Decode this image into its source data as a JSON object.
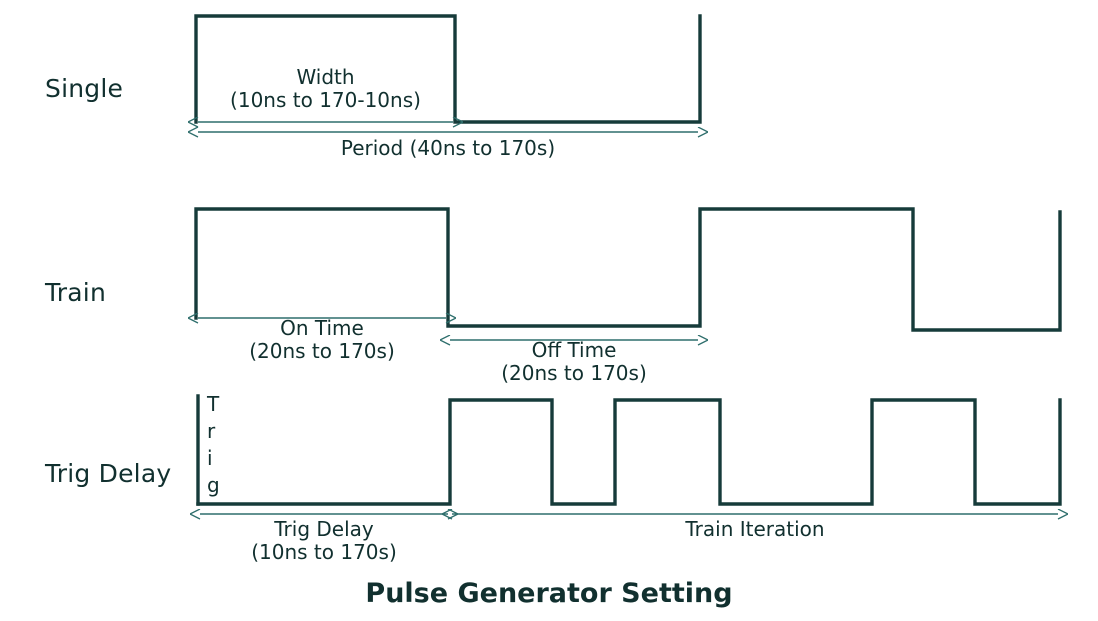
{
  "figure": {
    "caption": "Pulse Generator Setting",
    "stroke_color": "#163b3a",
    "arrow_color": "#2f6f6d",
    "background": "#ffffff"
  },
  "rows": [
    {
      "label": "Single",
      "annotations": [
        {
          "name": "width",
          "title": "Width",
          "range": "(10ns to 170-10ns)"
        },
        {
          "name": "period",
          "title": "Period (40ns to 170s)",
          "range": ""
        }
      ]
    },
    {
      "label": "Train",
      "annotations": [
        {
          "name": "on-time",
          "title": "On Time",
          "range": "(20ns to 170s)"
        },
        {
          "name": "off-time",
          "title": "Off Time",
          "range": "(20ns to 170s)"
        }
      ]
    },
    {
      "label": "Trig Delay",
      "axis_label_letters": [
        "T",
        "r",
        "i",
        "g"
      ],
      "annotations": [
        {
          "name": "trig-delay",
          "title": "Trig Delay",
          "range": "(10ns to 170s)"
        },
        {
          "name": "train-iteration",
          "title": "Train Iteration",
          "range": ""
        }
      ]
    }
  ],
  "chart_data": {
    "type": "line",
    "title": "Pulse Generator Setting",
    "xlabel": "",
    "ylabel": "",
    "grid": false,
    "legend": "none",
    "series": [
      {
        "name": "Single",
        "description": "One high pulse then low level to end of period",
        "points": [
          [
            196,
            0
          ],
          [
            196,
            1
          ],
          [
            455,
            1
          ],
          [
            455,
            0
          ],
          [
            700,
            0
          ],
          [
            700,
            1
          ]
        ]
      },
      {
        "name": "Train",
        "description": "Two high pulses separated by an off time",
        "points": [
          [
            196,
            0
          ],
          [
            196,
            1
          ],
          [
            448,
            1
          ],
          [
            448,
            0
          ],
          [
            700,
            0
          ],
          [
            700,
            1
          ],
          [
            913,
            1
          ],
          [
            913,
            0
          ],
          [
            1060,
            0
          ],
          [
            1060,
            1
          ]
        ]
      },
      {
        "name": "Trig Delay",
        "description": "Low trig delay interval then four pulses of the train iteration",
        "points": [
          [
            198,
            0
          ],
          [
            450,
            0
          ],
          [
            450,
            1
          ],
          [
            552,
            1
          ],
          [
            552,
            0
          ],
          [
            615,
            0
          ],
          [
            615,
            1
          ],
          [
            720,
            1
          ],
          [
            720,
            0
          ],
          [
            872,
            0
          ],
          [
            872,
            1
          ],
          [
            975,
            1
          ],
          [
            975,
            0
          ],
          [
            1060,
            0
          ],
          [
            1060,
            1
          ]
        ]
      }
    ],
    "annotations": [
      {
        "series": "Single",
        "label": "Width",
        "sub": "(10ns to 170-10ns)",
        "from": 196,
        "to": 455
      },
      {
        "series": "Single",
        "label": "Period (40ns to 170s)",
        "sub": "",
        "from": 196,
        "to": 700
      },
      {
        "series": "Train",
        "label": "On Time",
        "sub": "(20ns to 170s)",
        "from": 196,
        "to": 448
      },
      {
        "series": "Train",
        "label": "Off Time",
        "sub": "(20ns to 170s)",
        "from": 448,
        "to": 700
      },
      {
        "series": "Trig Delay",
        "label": "Trig Delay",
        "sub": "(10ns to 170s)",
        "from": 198,
        "to": 450
      },
      {
        "series": "Trig Delay",
        "label": "Train Iteration",
        "sub": "",
        "from": 450,
        "to": 1060
      }
    ]
  }
}
